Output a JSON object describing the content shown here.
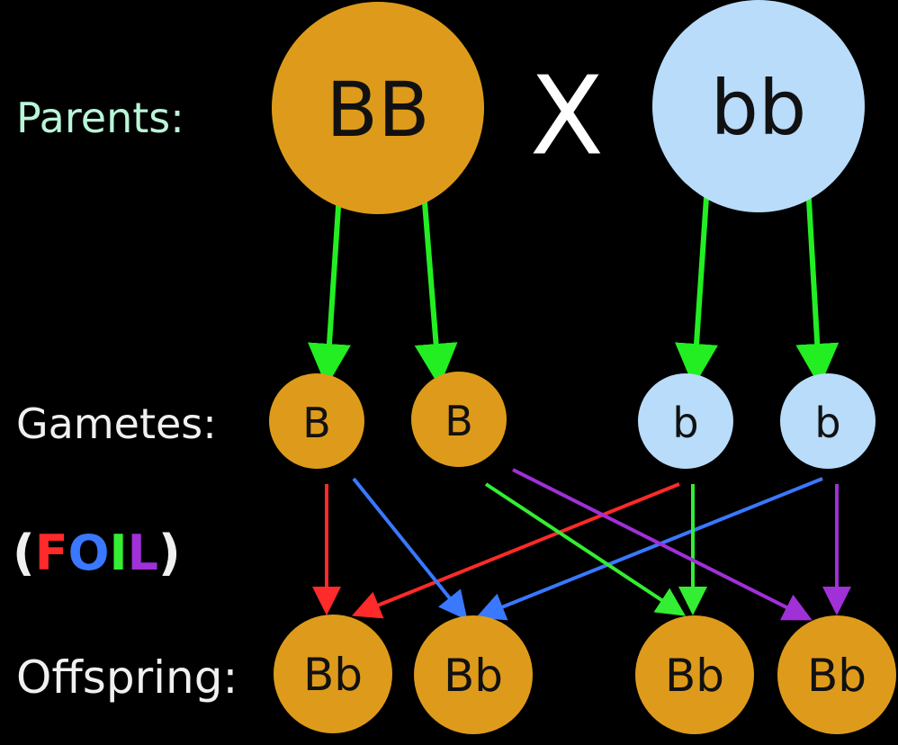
{
  "labels": {
    "parents": "Parents:",
    "gametes": "Gametes:",
    "offspring": "Offspring:",
    "foil_open": "(",
    "foil_f": "F",
    "foil_o": "O",
    "foil_i": "I",
    "foil_l": "L",
    "foil_close": ")"
  },
  "cross_symbol": "X",
  "parents": [
    {
      "genotype": "BB",
      "color": "#de9b1b"
    },
    {
      "genotype": "bb",
      "color": "#b8dcf9"
    }
  ],
  "gametes": [
    {
      "allele": "B",
      "color": "#de9b1b"
    },
    {
      "allele": "B",
      "color": "#de9b1b"
    },
    {
      "allele": "b",
      "color": "#b8dcf9"
    },
    {
      "allele": "b",
      "color": "#b8dcf9"
    }
  ],
  "offspring": [
    {
      "genotype": "Bb",
      "color": "#de9b1b"
    },
    {
      "genotype": "Bb",
      "color": "#de9b1b"
    },
    {
      "genotype": "Bb",
      "color": "#de9b1b"
    },
    {
      "genotype": "Bb",
      "color": "#de9b1b"
    }
  ],
  "foil_colors": {
    "first": "#ff2a2a",
    "outer": "#3a78ff",
    "inner": "#33ee33",
    "last": "#a030d8"
  },
  "arrow_color": "#22ee22"
}
